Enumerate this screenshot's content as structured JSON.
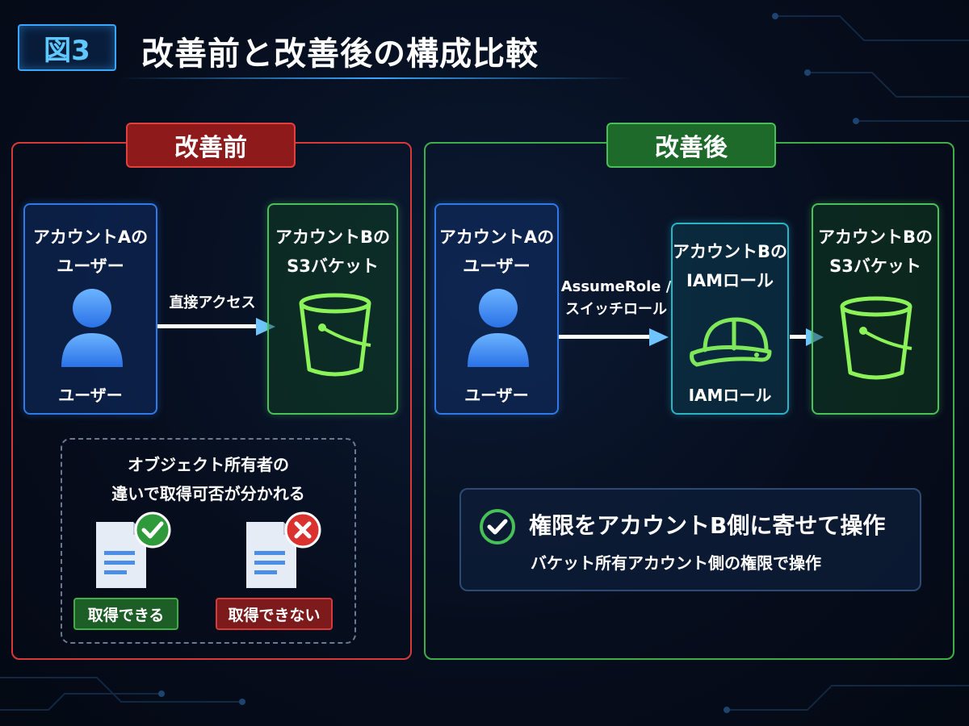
{
  "header": {
    "figure_badge": "図3",
    "title": "改善前と改善後の構成比較"
  },
  "before": {
    "label": "改善前",
    "user_node": {
      "title_line1": "アカウントAの",
      "title_line2": "ユーザー",
      "icon": "user-icon",
      "caption": "ユーザー"
    },
    "arrow_label": "直接アクセス",
    "bucket_node": {
      "title_line1": "アカウントBの",
      "title_line2": "S3バケット",
      "icon": "bucket-icon"
    },
    "note": {
      "line1": "オブジェクト所有者の",
      "line2": "違いで取得可否が分かれる",
      "ok_label": "取得できる",
      "ng_label": "取得できない"
    }
  },
  "after": {
    "label": "改善後",
    "user_node": {
      "title_line1": "アカウントAの",
      "title_line2": "ユーザー",
      "icon": "user-icon",
      "caption": "ユーザー"
    },
    "arrow_label_line1": "AssumeRole /",
    "arrow_label_line2": "スイッチロール",
    "role_node": {
      "title_line1": "アカウントBの",
      "title_line2": "IAMロール",
      "icon": "helmet-icon",
      "caption": "IAMロール"
    },
    "bucket_node": {
      "title_line1": "アカウントBの",
      "title_line2": "S3バケット",
      "icon": "bucket-icon"
    },
    "summary": {
      "title": "権限をアカウントB側に寄せて操作",
      "subtitle": "バケット所有アカウント側の権限で操作",
      "icon": "check-circle-icon"
    }
  },
  "colors": {
    "before_accent": "#d83a3a",
    "after_accent": "#3fae4a",
    "user_blue": "#2f79e8",
    "bucket_green": "#4cc15a",
    "role_teal": "#2bb3c6",
    "arrow": "#ffffff"
  }
}
